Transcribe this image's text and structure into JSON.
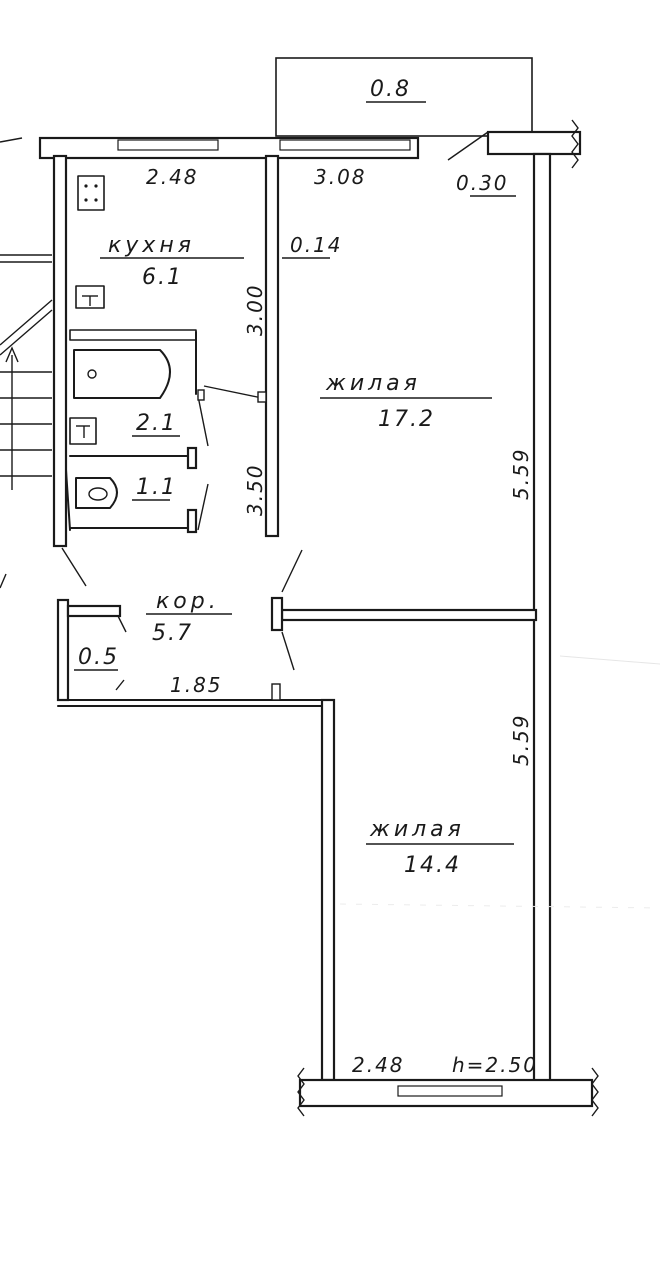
{
  "rooms": {
    "kitchen": {
      "name": "кухня",
      "area": "6.1"
    },
    "living1": {
      "name": "жилая",
      "area": "17.2"
    },
    "living2": {
      "name": "жилая",
      "area": "14.4"
    },
    "corridor": {
      "name": "кор.",
      "area": "5.7"
    },
    "bathroom": {
      "area": "2.1"
    },
    "toilet": {
      "area": "1.1"
    },
    "balcony": {
      "area": "0.8"
    },
    "closet": {
      "area": "0.5"
    }
  },
  "dimensions": {
    "kitchen_width": "2.48",
    "living1_width": "3.08",
    "wall_offset": "0.30",
    "partition": "0.14",
    "kitchen_depth": "3.00",
    "bath_depth": "3.50",
    "living1_depth": "5.59",
    "living2_depth": "5.59",
    "corridor_length": "1.85",
    "living2_width": "2.48",
    "ceiling_height": "h=2.50"
  }
}
